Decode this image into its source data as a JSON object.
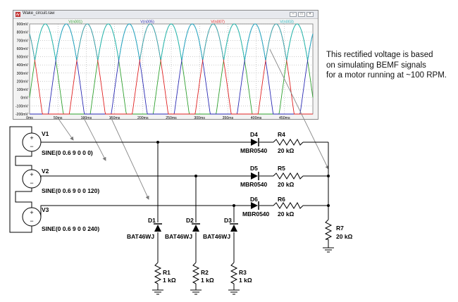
{
  "window": {
    "title": "Wake_circuit.raw",
    "buttons": {
      "minimize": "–",
      "maximize": "□",
      "close": "×"
    }
  },
  "colors": {
    "green": "#2ea02e",
    "blue": "#2a2ab4",
    "red": "#e02020",
    "cyan": "#28b8c0",
    "plot_bg": "#ffffff",
    "grid": "#9a9a9a"
  },
  "annotation": "This rectified voltage is based\non simulating BEMF signals\nfor a motor running at ~100 RPM.",
  "chart_data": {
    "type": "line",
    "title": "",
    "xlabel": "",
    "ylabel": "",
    "xlim": [
      0,
      500
    ],
    "ylim": [
      -200,
      900
    ],
    "x_ticks": [
      "0ms",
      "50ms",
      "100ms",
      "150ms",
      "200ms",
      "250ms",
      "300ms",
      "350ms",
      "400ms",
      "450ms"
    ],
    "y_ticks": [
      "900mV",
      "800mV",
      "700mV",
      "600mV",
      "500mV",
      "400mV",
      "300mV",
      "200mV",
      "100mV",
      "0mV",
      "-100mV",
      "-200mV"
    ],
    "signal": {
      "amplitude_mV": 900,
      "frequency_hz": 9,
      "phases_deg": [
        0,
        120,
        240
      ]
    },
    "series": [
      {
        "name": "V(n001)",
        "color": "#2ea02e",
        "kind": "sine",
        "phase_deg": 0
      },
      {
        "name": "V(n005)",
        "color": "#2a2ab4",
        "kind": "sine",
        "phase_deg": 120
      },
      {
        "name": "V(n007)",
        "color": "#e02020",
        "kind": "sine",
        "phase_deg": 240
      },
      {
        "name": "V(n003)",
        "color": "#28b8c0",
        "kind": "rectified",
        "phase_deg": 0
      }
    ]
  },
  "circuit": {
    "sources": [
      {
        "ref": "V1",
        "spec": "SINE(0 0.6 9 0 0 0)"
      },
      {
        "ref": "V2",
        "spec": "SINE(0 0.6 9 0 0 120)"
      },
      {
        "ref": "V3",
        "spec": "SINE(0 0.6 9 0 0 240)"
      }
    ],
    "top_diodes": [
      {
        "ref": "D4",
        "part": "MBR0540"
      },
      {
        "ref": "D5",
        "part": "MBR0540"
      },
      {
        "ref": "D6",
        "part": "MBR0540"
      }
    ],
    "series_resistors": [
      {
        "ref": "R4",
        "value": "20 kΩ"
      },
      {
        "ref": "R5",
        "value": "20 kΩ"
      },
      {
        "ref": "R6",
        "value": "20 kΩ"
      }
    ],
    "bottom_diodes": [
      {
        "ref": "D1",
        "part": "BAT46WJ"
      },
      {
        "ref": "D2",
        "part": "BAT46WJ"
      },
      {
        "ref": "D3",
        "part": "BAT46WJ"
      }
    ],
    "bottom_resistors": [
      {
        "ref": "R1",
        "value": "1 kΩ"
      },
      {
        "ref": "R2",
        "value": "1 kΩ"
      },
      {
        "ref": "R3",
        "value": "1 kΩ"
      }
    ],
    "load": {
      "ref": "R7",
      "value": "20 kΩ"
    }
  }
}
